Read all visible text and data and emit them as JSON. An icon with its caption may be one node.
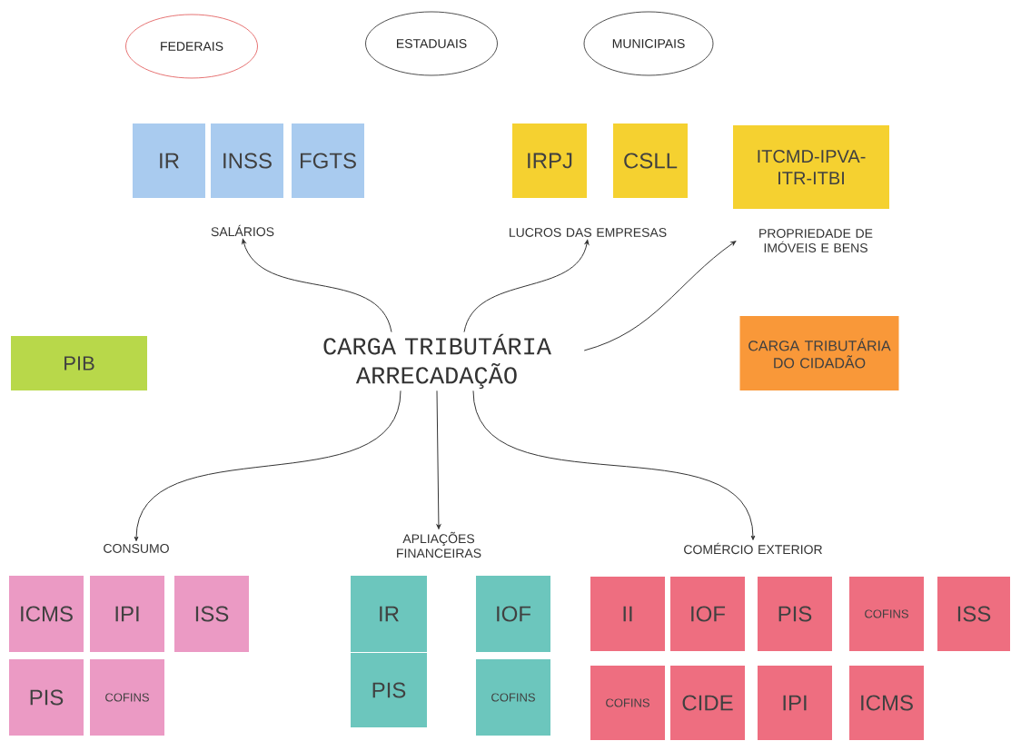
{
  "diagram": {
    "nodes": [
      {
        "text": [
          "FEDERAIS"
        ]
      },
      {
        "text": [
          "ESTADUAIS"
        ]
      },
      {
        "text": [
          "MUNICIPAIS"
        ]
      },
      {
        "text": [
          "IR"
        ]
      },
      {
        "text": [
          "INSS"
        ]
      },
      {
        "text": [
          "FGTS"
        ]
      },
      {
        "text": [
          "IRPJ"
        ]
      },
      {
        "text": [
          "CSLL"
        ]
      },
      {
        "text": [
          "ITCMD-IPVA-ITR-ITBI"
        ]
      },
      {
        "text": [
          "SALÁRIOS"
        ]
      },
      {
        "text": [
          "LUCROS DAS EMPRESAS"
        ]
      },
      {
        "text": [
          "PROPRIEDADE DE IMÓVEIS E BENS"
        ]
      },
      {
        "text": [
          "PIB"
        ]
      },
      {
        "text": [
          "CARGA TRIBUTÁRIA ARRECADAÇÃO"
        ]
      },
      {
        "text": [
          "CARGA TRIBUTÁRIA DO CIDADÃO"
        ]
      },
      {
        "text": [
          "CONSUMO"
        ]
      },
      {
        "text": [
          "APLIAÇÕES FINANCEIRAS"
        ]
      },
      {
        "text": [
          "COMÉRCIO EXTERIOR"
        ]
      },
      {
        "text": [
          "ICMS"
        ]
      },
      {
        "text": [
          "IPI"
        ]
      },
      {
        "text": [
          "ISS"
        ]
      },
      {
        "text": [
          "IR"
        ]
      },
      {
        "text": [
          "IOF"
        ]
      },
      {
        "text": [
          "II"
        ]
      },
      {
        "text": [
          "IOF"
        ]
      },
      {
        "text": [
          "PIS"
        ]
      },
      {
        "text": [
          "COFINS"
        ]
      },
      {
        "text": [
          "ISS"
        ]
      },
      {
        "text": [
          "PIS"
        ]
      },
      {
        "text": [
          "COFINS"
        ]
      },
      {
        "text": [
          "PIS"
        ]
      },
      {
        "text": [
          "COFINS"
        ]
      },
      {
        "text": [
          "COFINS"
        ]
      },
      {
        "text": [
          "CIDE"
        ]
      },
      {
        "text": [
          "IPI"
        ]
      },
      {
        "text": [
          "ICMS"
        ]
      }
    ],
    "edges": [
      {
        "from": 13,
        "to": 9,
        "arrow": "to"
      },
      {
        "from": 13,
        "to": 10,
        "arrow": "to"
      },
      {
        "from": 13,
        "to": 11,
        "arrow": "to"
      },
      {
        "from": 13,
        "to": 15,
        "arrow": "to"
      },
      {
        "from": 13,
        "to": 16,
        "arrow": "to"
      },
      {
        "from": 13,
        "to": 17,
        "arrow": "to"
      }
    ]
  }
}
